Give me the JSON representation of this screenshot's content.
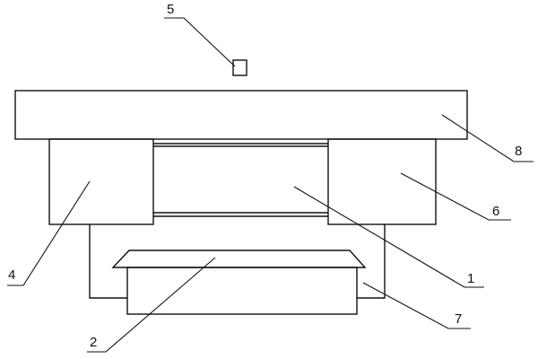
{
  "diagram": {
    "labels": {
      "part_1": "1",
      "part_2": "2",
      "part_4": "4",
      "part_5": "5",
      "part_6": "6",
      "part_7": "7",
      "part_8": "8"
    },
    "colors": {
      "line": "#111111",
      "background": "#ffffff"
    }
  }
}
